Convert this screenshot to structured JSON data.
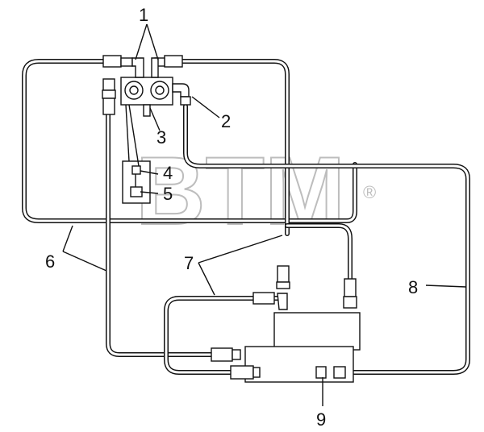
{
  "labels": {
    "1": "1",
    "2": "2",
    "3": "3",
    "4": "4",
    "5": "5",
    "6": "6",
    "7": "7",
    "8": "8",
    "9": "9"
  },
  "watermark": {
    "text": "BTM",
    "mark": "®"
  }
}
